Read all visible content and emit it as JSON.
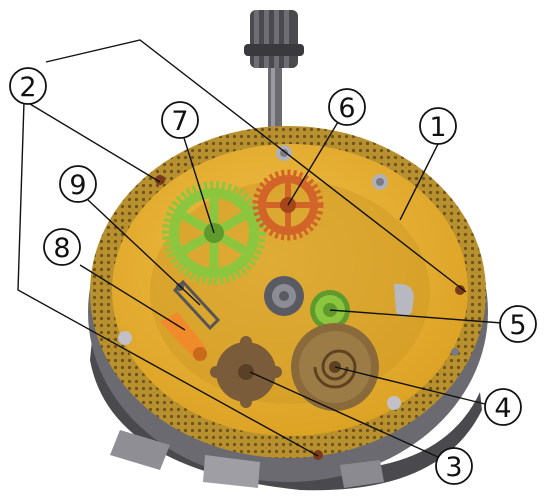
{
  "figure": {
    "subject": "watch movement exploded diagram",
    "colors": {
      "plate_gold": "#e3ac2a",
      "plate_gold_dark": "#b98a1c",
      "ring_brown": "#9a7a3a",
      "base_gray": "#5c5c60",
      "crown_gray": "#4a4a4e",
      "gear_green": "#8cc63f",
      "gear_green_dark": "#5e9a2c",
      "gear_red": "#d2642a",
      "gear_brown": "#7a5c3a",
      "gear_olive": "#8a6a3a",
      "lever_orange": "#f08a2a",
      "line": "#111111"
    }
  },
  "callouts": [
    {
      "id": "c1",
      "label": "1"
    },
    {
      "id": "c2",
      "label": "2"
    },
    {
      "id": "c3",
      "label": "3"
    },
    {
      "id": "c4",
      "label": "4"
    },
    {
      "id": "c5",
      "label": "5"
    },
    {
      "id": "c6",
      "label": "6"
    },
    {
      "id": "c7",
      "label": "7"
    },
    {
      "id": "c8",
      "label": "8"
    },
    {
      "id": "c9",
      "label": "9"
    }
  ]
}
